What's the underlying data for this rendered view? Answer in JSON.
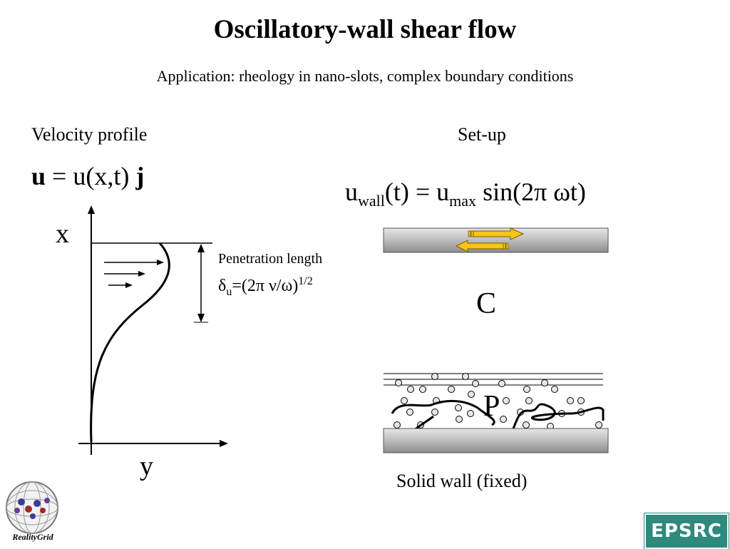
{
  "title": "Oscillatory-wall shear flow",
  "subtitle": "Application: rheology in nano-slots,  complex boundary conditions",
  "left": {
    "heading": "Velocity profile",
    "eq_u": "u",
    "eq_eq": " = u(x,t) ",
    "eq_j": "j",
    "axis_x": "x",
    "axis_y": "y",
    "penetration_label": "Penetration length",
    "pen_delta": "δ",
    "pen_sub": "u",
    "pen_body": "=(2π ν/ω)",
    "pen_sup": "1/2"
  },
  "right": {
    "heading": "Set-up",
    "eq_u": "u",
    "eq_wall_sub": "wall",
    "eq_mid": "(t) = u",
    "eq_max_sub": "max",
    "eq_tail": " sin(2π ωt)",
    "label_c": "C",
    "label_p": "P",
    "solid_wall": "Solid wall (fixed)"
  },
  "logos": {
    "epsrc": "EPSRC",
    "realitygrid": "RealityGrid"
  },
  "colors": {
    "arrow_fill": "#f5c518",
    "wall_fill": "#bdbdbd",
    "epsrc_bg": "#2f8a7e"
  }
}
